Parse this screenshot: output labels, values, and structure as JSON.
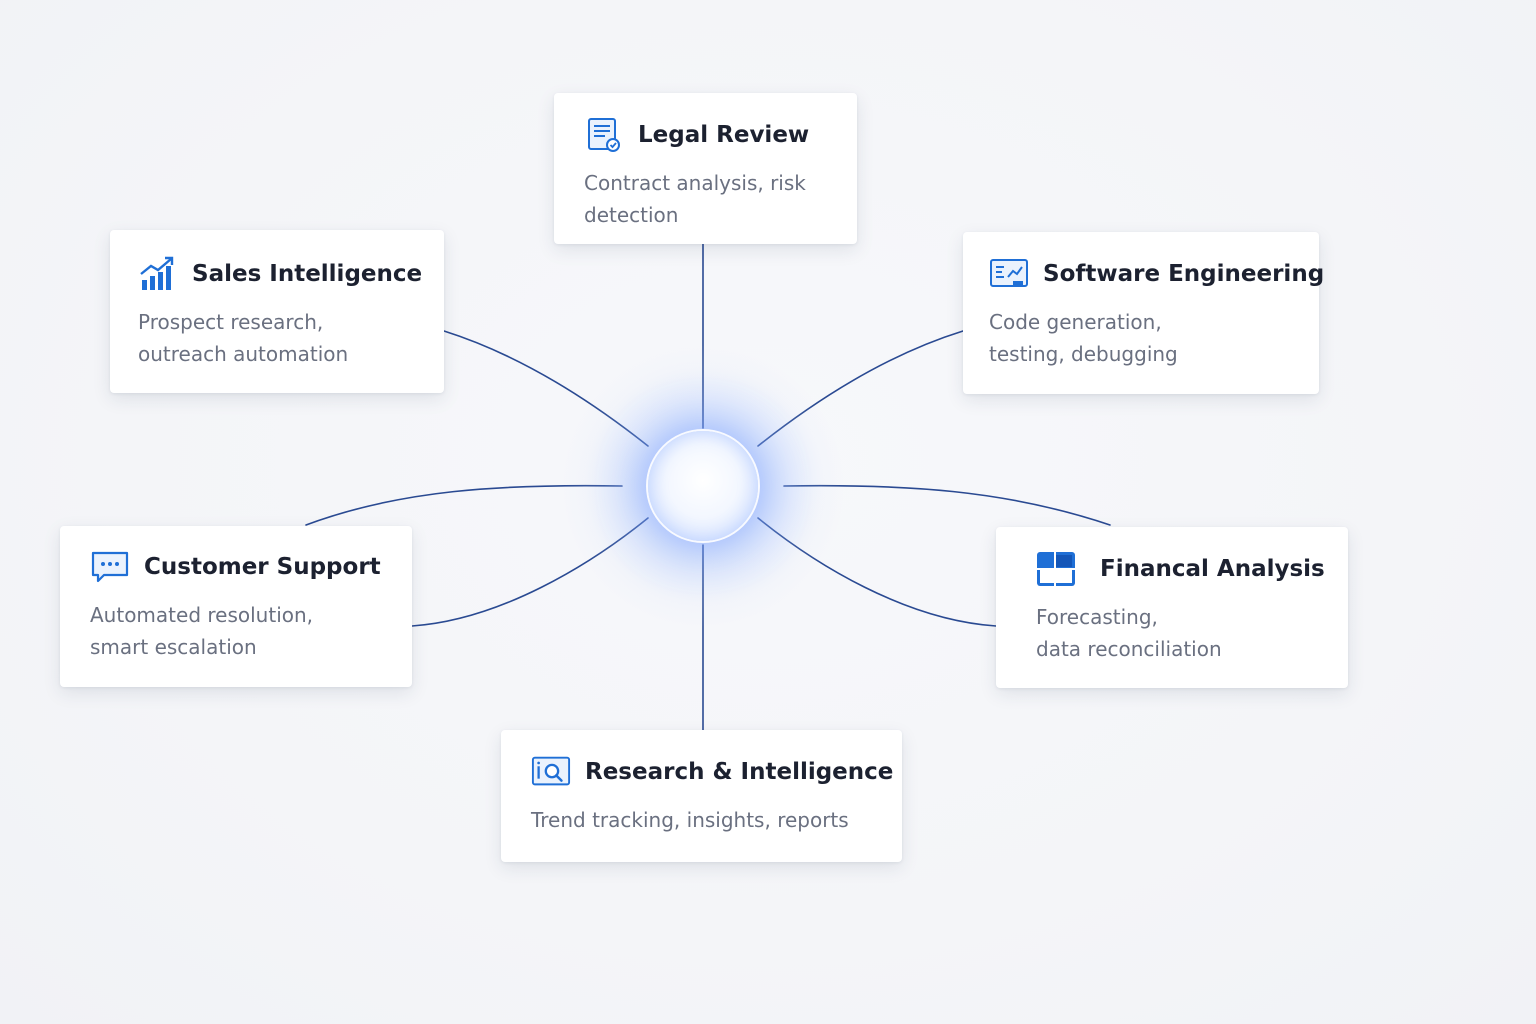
{
  "colors": {
    "accent": "#1f6fd6",
    "connector": "#2a4a92",
    "title": "#1c2130",
    "description": "#6a7080",
    "card_background": "#ffffff"
  },
  "nodes": [
    {
      "id": "legal",
      "title": "Legal Review",
      "icon": "document-check-icon",
      "description_lines": [
        "Contract analysis, risk",
        "detection"
      ]
    },
    {
      "id": "sales",
      "title": "Sales Intelligence",
      "icon": "growth-chart-icon",
      "description_lines": [
        "Prospect research,",
        "outreach automation"
      ]
    },
    {
      "id": "software",
      "title": "Software Engineering",
      "icon": "code-window-icon",
      "description_lines": [
        "Code generation,",
        "testing, debugging"
      ]
    },
    {
      "id": "support",
      "title": "Customer Support",
      "icon": "chat-bubble-icon",
      "description_lines": [
        "Automated resolution,",
        "smart escalation"
      ]
    },
    {
      "id": "finance",
      "title": "Financal Analysis",
      "icon": "grid-blocks-icon",
      "description_lines": [
        "Forecasting,",
        "data reconciliation"
      ]
    },
    {
      "id": "research",
      "title": "Research & Intelligence",
      "icon": "magnifier-report-icon",
      "description_lines": [
        "Trend tracking, insights, reports"
      ]
    }
  ]
}
